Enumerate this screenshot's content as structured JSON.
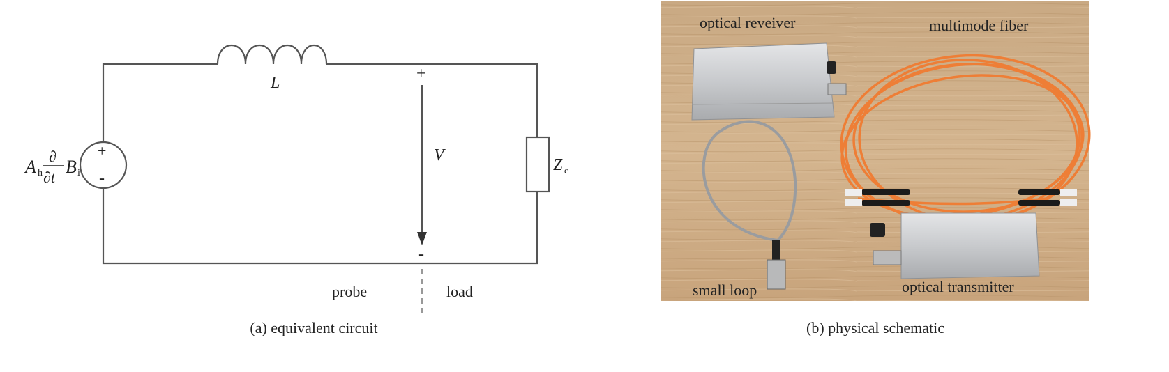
{
  "panel_a": {
    "caption": "(a) equivalent circuit",
    "inductor_label": "L",
    "voltage_label": "V",
    "plus_sign": "+",
    "minus_sign": "-",
    "impedance_label": "Z",
    "impedance_sub": "c",
    "source_A": "A",
    "source_A_sub": "h",
    "source_partial_num": "∂",
    "source_partial_den": "∂t",
    "source_B": "B",
    "source_B_sub": "i",
    "probe_label": "probe",
    "load_label": "load"
  },
  "panel_b": {
    "caption": "(b) physical schematic",
    "labels": {
      "optical_receiver": "optical reveiver",
      "multimode_fiber": "multimode fiber",
      "small_loop": "small loop",
      "optical_transmitter": "optical transmitter"
    }
  }
}
